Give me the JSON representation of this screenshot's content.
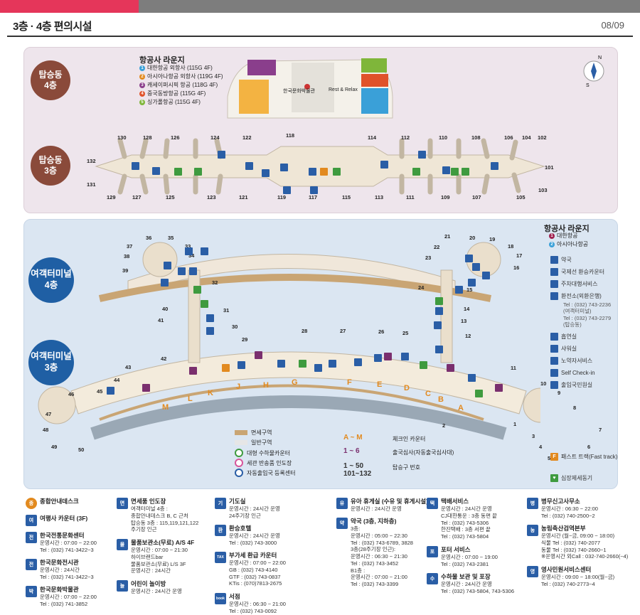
{
  "header": {
    "title": "3층 · 4층 편의시설",
    "page": "08/09"
  },
  "concourse": {
    "label4": "탑승동\n4층",
    "label3": "탑승동\n3층",
    "lounge_title": "항공사 라운지",
    "lounges": [
      {
        "num": "1",
        "color": "#3aa0d8",
        "text": "대한항공 외항사 (115G 4F)"
      },
      {
        "num": "2",
        "color": "#e28a1f",
        "text": "아시아나항공 외항사 (119G 4F)"
      },
      {
        "num": "3",
        "color": "#8a3e8c",
        "text": "캐세이퍼시픽 항공 (118G 4F)"
      },
      {
        "num": "4",
        "color": "#e0522a",
        "text": "중국동방항공 (115G 4F)"
      },
      {
        "num": "5",
        "color": "#7fb63a",
        "text": "싱가폴항공 (115G 4F)"
      }
    ],
    "map4_labels": {
      "center": "한국문화박물관",
      "rest": "Rest & Relax"
    },
    "gates_top": [
      "130",
      "128",
      "126",
      "124",
      "122",
      "118",
      "114",
      "112",
      "110",
      "108",
      "106",
      "104",
      "102"
    ],
    "gates_bottom": [
      "129",
      "127",
      "125",
      "123",
      "121",
      "119",
      "117",
      "115",
      "113",
      "111",
      "109",
      "107",
      "105",
      "103"
    ],
    "gate_left": "132",
    "gate_left2": "131",
    "gate_right": "101"
  },
  "terminal": {
    "label4": "여객터미널\n4층",
    "label3": "여객터미널\n3층",
    "gates": [
      "1",
      "2",
      "3",
      "4",
      "5",
      "6",
      "7",
      "8",
      "9",
      "10",
      "11",
      "12",
      "13",
      "14",
      "15",
      "16",
      "17",
      "18",
      "19",
      "20",
      "21",
      "22",
      "23",
      "24",
      "25",
      "26",
      "27",
      "28",
      "29",
      "30",
      "31",
      "32",
      "33",
      "34",
      "35",
      "36",
      "37",
      "38",
      "39",
      "40",
      "41",
      "42",
      "43",
      "44",
      "45",
      "46",
      "47",
      "48",
      "49",
      "50"
    ],
    "counters": [
      "A",
      "B",
      "C",
      "D",
      "E",
      "F",
      "G",
      "H",
      "J",
      "K",
      "L",
      "M"
    ],
    "legend_mid": [
      {
        "kind": "swatch",
        "color": "#c9a574",
        "text": "면세구역"
      },
      {
        "kind": "swatch",
        "color": "#e6e6e6",
        "text": "일반구역"
      },
      {
        "kind": "ring",
        "color": "#3f9b3f",
        "text": "대형 수하물카운터"
      },
      {
        "kind": "ring",
        "color": "#d6559b",
        "text": "세관 반송품 인도장"
      },
      {
        "kind": "ring",
        "color": "#2a5ea6",
        "text": "자동출입국 등록센터"
      }
    ],
    "legend_mid2": [
      {
        "key": "A ~ M",
        "text": "체크인 카운터"
      },
      {
        "key": "1 ~ 6",
        "text": "출국심사(자동출국심사대)"
      },
      {
        "key": "1 ~ 50\n101~132",
        "text": "탑승구 번호"
      }
    ],
    "right_lounge_title": "항공사 라운지",
    "right_lounges": [
      {
        "num": "1",
        "color": "#a0214f",
        "text": "대한항공"
      },
      {
        "num": "2",
        "color": "#3aa0d8",
        "text": "아시아나항공"
      }
    ],
    "right_legend": [
      {
        "text": "약국",
        "sub": ""
      },
      {
        "text": "국제선 환승카운터",
        "sub": ""
      },
      {
        "text": "주차대행서비스",
        "sub": ""
      },
      {
        "text": "환전소(외환은행)",
        "sub": "Tel : (032) 743-2236\n(여객터미널)\nTel : (032) 743-2279\n(탑승동)"
      },
      {
        "text": "흡연실",
        "sub": ""
      },
      {
        "text": "샤워실",
        "sub": ""
      },
      {
        "text": "노약자서비스",
        "sub": ""
      },
      {
        "text": "Self Check-in",
        "sub": ""
      },
      {
        "text": "출입국민원실",
        "sub": ""
      }
    ],
    "fast_track": "패스트 트랙(Fast track)",
    "quarantine": "심장제세동기"
  },
  "footer": {
    "col1": [
      {
        "icon": "종",
        "title": "종합안내데스크",
        "lines": []
      },
      {
        "icon": "여",
        "title": "여행사 카운터 (3F)",
        "lines": []
      },
      {
        "icon": "전",
        "title": "한국전통문화센터",
        "lines": [
          "운영시간 : 07:00 ~ 22:00",
          "Tel : (032) 741-3422~3"
        ]
      },
      {
        "icon": "전",
        "title": "한국문화전시관",
        "lines": [
          "운영시간 : 24시간",
          "Tel : (032) 741-3422~3"
        ]
      },
      {
        "icon": "박",
        "title": "한국문화박물관",
        "lines": [
          "운영시간 : 07:00 ~ 22:00",
          "Tel : (032) 741-3852"
        ]
      }
    ],
    "col2": [
      {
        "icon": "면",
        "title": "면세품 인도장",
        "lines": [
          "여객터미널 4층 :",
          "종합안내데스크 B, C 근처",
          "탑승동 3층 : 115,119,121,122",
          "주기장 인근"
        ]
      },
      {
        "icon": "물",
        "title": "물품보관소(무료) A/S 4F",
        "lines": [
          "운영시간 : 07:00 ~ 21:30",
          "하이브랜드bar",
          "물품보관소(무료) L/S 3F",
          "운영시간 : 24시간"
        ]
      },
      {
        "icon": "놀",
        "title": "어린이 놀이방",
        "lines": [
          "운영시간 : 24시간 운영"
        ]
      }
    ],
    "col3": [
      {
        "icon": "기",
        "title": "기도실",
        "lines": [
          "운영시간 : 24시간 운영",
          "24주기장 인근"
        ]
      },
      {
        "icon": "환",
        "title": "환승호텔",
        "lines": [
          "운영시간 : 24시간 운영",
          "Tel : (032) 743-3000"
        ]
      },
      {
        "icon": "TAX",
        "title": "부가세 환급 카운터",
        "lines": [
          "운영시간 : 07:00 ~ 22:00",
          "GB : (032) 743-4140",
          "GTF : (032) 743-0837",
          "KTis : (070)7813-2675"
        ]
      },
      {
        "icon": "book",
        "title": "서점",
        "lines": [
          "운영시간 : 06:30 ~ 21:00",
          "Tel : (032) 743-0092"
        ]
      }
    ],
    "col4": [
      {
        "icon": "유",
        "title": "유아 휴게실 (수유 및 휴게시설)",
        "lines": [
          "운영시간 : 24시간 운영"
        ]
      },
      {
        "icon": "약",
        "title": "약국 (3층, 지하층)",
        "lines": [
          "3층:",
          "운영시간 : 05:00 ~ 22:30",
          "Tel : (032) 743-6789, 3828",
          "3층(28주기장 인근):",
          "운영시간 : 06:30 ~ 21:30",
          "Tel : (032) 743-3452",
          "B1층 :",
          "운영시간 : 07:00 ~ 21:00",
          "Tel : (032) 743-3399"
        ]
      }
    ],
    "col5": [
      {
        "icon": "택",
        "title": "택배서비스",
        "lines": [
          "운영시간 : 24시간 운영",
          "CJ대한통운 : 3층 동편 끝",
          "Tel : (032) 743-5306",
          "한진택배 : 3층 서편 끝",
          "Tel : (032) 743-5804"
        ]
      },
      {
        "icon": "포",
        "title": "포터 서비스",
        "lines": [
          "운영시간 : 07:00 ~ 19:00",
          "Tel : (032) 743-2381"
        ]
      },
      {
        "icon": "수",
        "title": "수하물 보관 및 포장",
        "lines": [
          "운영시간 : 24시간 운영",
          "Tel : (032) 743-5804, 743-5306"
        ]
      }
    ],
    "col6": [
      {
        "icon": "병",
        "title": "병무신고사무소",
        "lines": [
          "운영시간 : 06:30 ~ 22:00",
          "Tel : (032) 740-2500~2"
        ]
      },
      {
        "icon": "농",
        "title": "농림축산검역본부",
        "lines": [
          "운영시간 (월~금, 09:00 ~ 18:00)",
          "식물 Tel : (032) 740-2077",
          "동물 Tel : (032) 740-2660~1",
          "※운영시간 외Call : 032-740-2660(~4)"
        ]
      },
      {
        "icon": "영",
        "title": "영사민원서비스센터",
        "lines": [
          "운영시간 : 09:00 ~ 18:00(월~금)",
          "Tel : (032) 740-2773~4"
        ]
      }
    ]
  },
  "compass": {
    "n": "N",
    "s": "S"
  }
}
